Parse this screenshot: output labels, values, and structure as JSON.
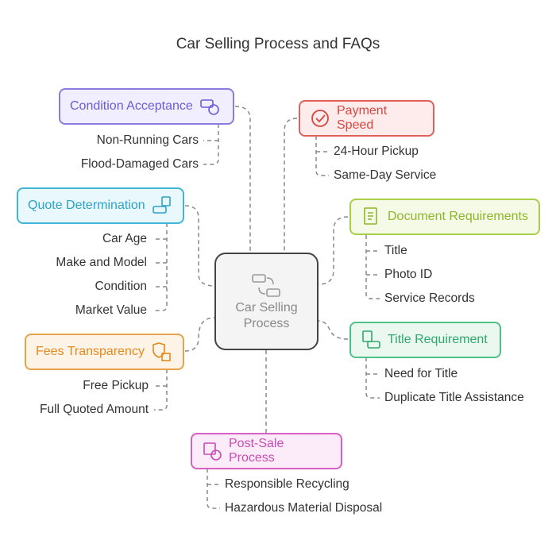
{
  "title": "Car Selling Process and FAQs",
  "center": {
    "label_line1": "Car Selling",
    "label_line2": "Process",
    "icon": "car-swap-icon"
  },
  "nodes": {
    "condition": {
      "label": "Condition Acceptance",
      "icon": "car-sad-face-icon",
      "color": "#6b5bd6",
      "items": [
        "Non-Running Cars",
        "Flood-Damaged Cars"
      ]
    },
    "quote": {
      "label": "Quote Determination",
      "icon": "car-checklist-icon",
      "color": "#2aa3c8",
      "items": [
        "Car Age",
        "Make and Model",
        "Condition",
        "Market Value"
      ]
    },
    "fees": {
      "label": "Fees Transparency",
      "icon": "shield-check-icon",
      "color": "#e28a1e",
      "items": [
        "Free Pickup",
        "Full Quoted Amount"
      ]
    },
    "postsale": {
      "label": "Post-Sale Process",
      "icon": "recycle-box-icon",
      "color": "#c94bb5",
      "items": [
        "Responsible Recycling",
        "Hazardous Material Disposal"
      ]
    },
    "payment": {
      "label": "Payment Speed",
      "icon": "check-badge-icon",
      "color": "#d9463f",
      "items": [
        "24-Hour Pickup",
        "Same-Day Service"
      ]
    },
    "document": {
      "label": "Document Requirements",
      "icon": "document-icon",
      "color": "#8fb52a",
      "items": [
        "Title",
        "Photo ID",
        "Service Records"
      ]
    },
    "titlereq": {
      "label": "Title Requirement",
      "icon": "title-car-icon",
      "color": "#2fa86d",
      "items": [
        "Need for Title",
        "Duplicate Title Assistance"
      ]
    }
  }
}
